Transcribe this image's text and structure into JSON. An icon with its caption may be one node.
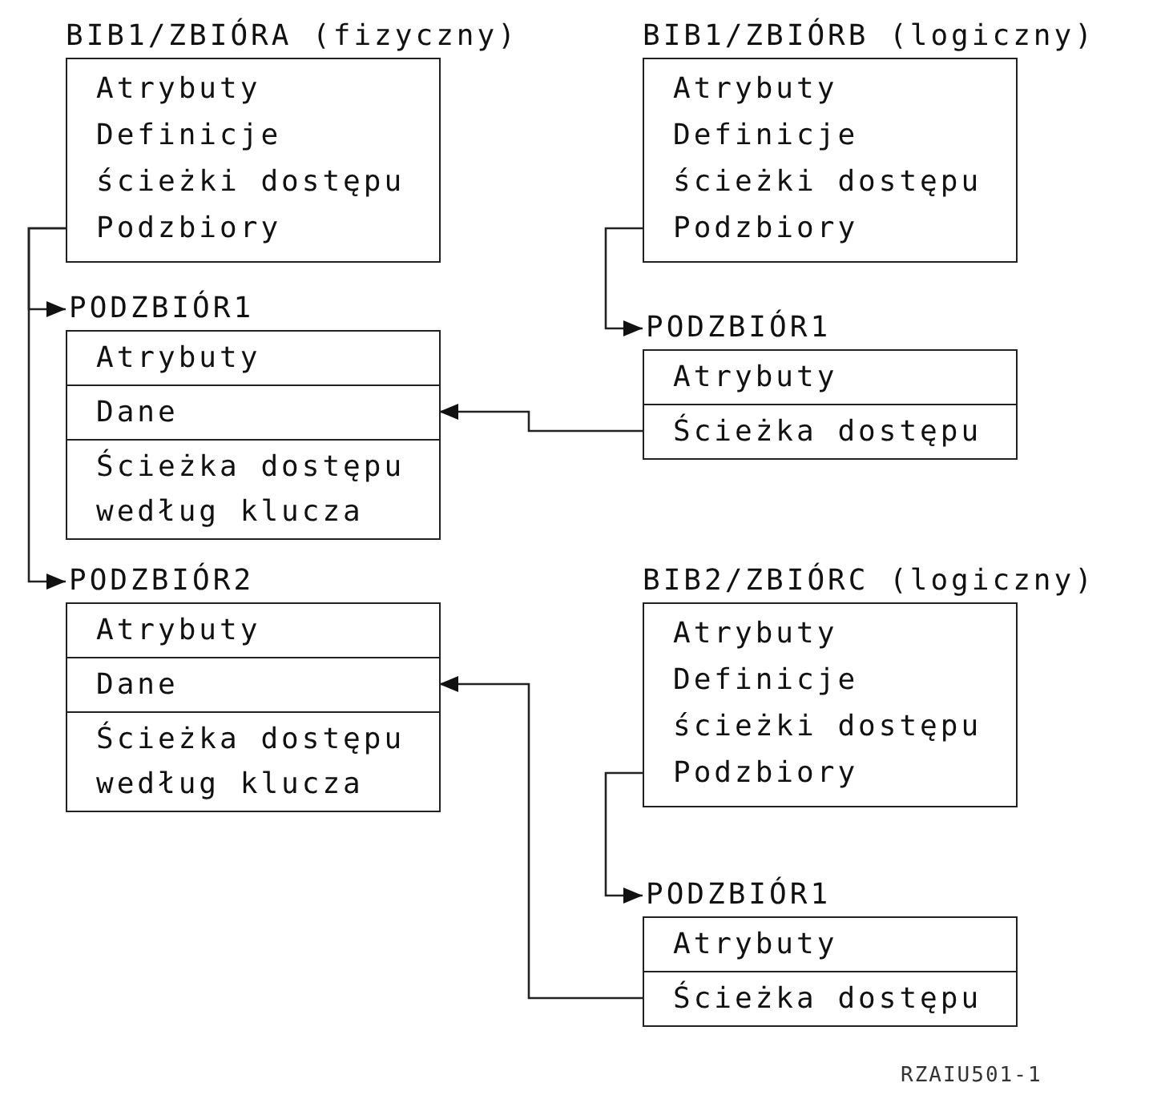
{
  "diagram": {
    "nodes": [
      {
        "text": [
          "BIB1/ZBIÓRA (fizyczny)",
          "Atrybuty",
          "Definicje ścieżki dostępu",
          "Podzbiory"
        ]
      },
      {
        "text": [
          "PODZBIÓR1"
        ]
      },
      {
        "text": [
          "Atrybuty"
        ],
        "in": 1
      },
      {
        "text": [
          "Dane"
        ],
        "in": 1
      },
      {
        "text": [
          "Ścieżka dostępu według klucza"
        ],
        "in": 1
      },
      {
        "text": [
          "BIB1/ZBIÓRB (logiczny)",
          "Atrybuty",
          "Definicje ścieżki dostępu",
          "Podzbiory"
        ]
      },
      {
        "text": [
          "PODZBIÓR1"
        ]
      },
      {
        "text": [
          "Atrybuty"
        ],
        "in": 6
      },
      {
        "text": [
          "Ścieżka dostępu"
        ],
        "in": 6
      },
      {
        "text": [
          "PODZBIÓR2"
        ]
      },
      {
        "text": [
          "Atrybuty"
        ],
        "in": 9
      },
      {
        "text": [
          "Dane"
        ],
        "in": 9
      },
      {
        "text": [
          "Ścieżka dostępu według klucza"
        ],
        "in": 9
      },
      {
        "text": [
          "BIB2/ZBIÓRC (logiczny)",
          "Atrybuty",
          "Definicje ścieżki dostępu",
          "Podzbiory"
        ]
      },
      {
        "text": [
          "PODZBIÓR1"
        ]
      },
      {
        "text": [
          "Atrybuty"
        ],
        "in": 14
      },
      {
        "text": [
          "Ścieżka dostępu"
        ],
        "in": 14
      }
    ],
    "edges": [
      {
        "from": 0,
        "to": 1,
        "arrow": "to"
      },
      {
        "from": 0,
        "to": 9,
        "arrow": "to"
      },
      {
        "from": 5,
        "to": 6,
        "arrow": "to"
      },
      {
        "from": 8,
        "to": 3,
        "arrow": "to"
      },
      {
        "from": 13,
        "to": 14,
        "arrow": "to"
      },
      {
        "from": 16,
        "to": 11,
        "arrow": "to"
      }
    ],
    "labels": [
      "RZAIU501-1"
    ]
  }
}
